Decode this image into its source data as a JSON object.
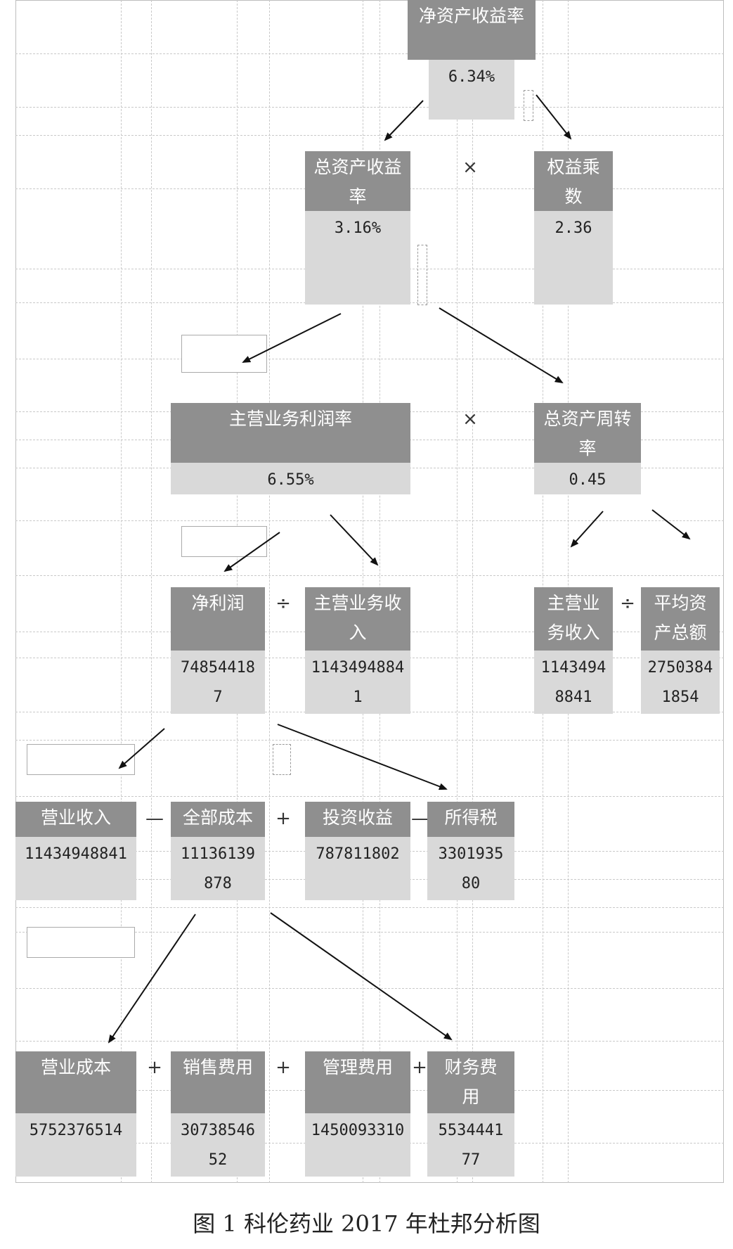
{
  "roe": {
    "label": "净资产收益率",
    "value": "6.34%"
  },
  "ops": {
    "times": "×",
    "divide": "÷",
    "minus": "—",
    "plus": "+"
  },
  "roa": {
    "label": "总资产收益\n率",
    "value": "3.16%"
  },
  "equity_multiplier": {
    "label": "权益乘\n数",
    "value": "2.36"
  },
  "profit_margin": {
    "label": "主营业务利润率",
    "value": "6.55%"
  },
  "asset_turnover": {
    "label": "总资产周转\n率",
    "value": "0.45"
  },
  "net_profit": {
    "label": "净利润",
    "value": "74854418\n7"
  },
  "main_revenue_a": {
    "label": "主营业务收\n入",
    "value": "1143494884\n1"
  },
  "main_revenue_b": {
    "label": "主营业\n务收入",
    "value": "1143494\n8841"
  },
  "avg_total_assets": {
    "label": "平均资\n产总额",
    "value": "2750384\n1854"
  },
  "operating_revenue": {
    "label": "营业收入",
    "value": "11434948841"
  },
  "total_cost": {
    "label": "全部成本",
    "value": "11136139\n878"
  },
  "investment_income": {
    "label": "投资收益",
    "value": "787811802"
  },
  "income_tax": {
    "label": "所得税",
    "value": "3301935\n80"
  },
  "operating_cost": {
    "label": "营业成本",
    "value": "5752376514"
  },
  "selling_expense": {
    "label": "销售费用",
    "value": "30738546\n52"
  },
  "admin_expense": {
    "label": "管理费用",
    "value": "1450093310"
  },
  "finance_expense": {
    "label": "财务费\n用",
    "value": "5534441\n77"
  },
  "caption": "图 1  科伦药业 2017 年杜邦分析图"
}
